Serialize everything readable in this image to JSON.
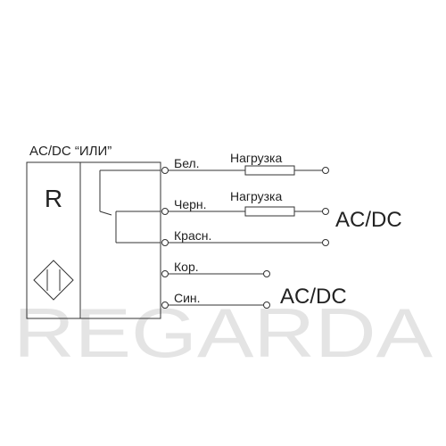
{
  "watermark": "REGARDA",
  "diagram": {
    "header": "AC/DC “ИЛИ”",
    "relay_label": "R",
    "sensor_icon": "diamond-sensor-icon",
    "wires": {
      "white": "Бел.",
      "black": "Черн.",
      "red": "Красн.",
      "brown": "Кор.",
      "blue": "Син."
    },
    "loads": {
      "load1": "Нагрузка",
      "load2": "Нагрузка"
    },
    "supply_labels": {
      "output": "AC/DC",
      "power": "AC/DC"
    }
  },
  "colors": {
    "line": "#333333",
    "text": "#222222",
    "watermark": "#e4e4e4"
  }
}
